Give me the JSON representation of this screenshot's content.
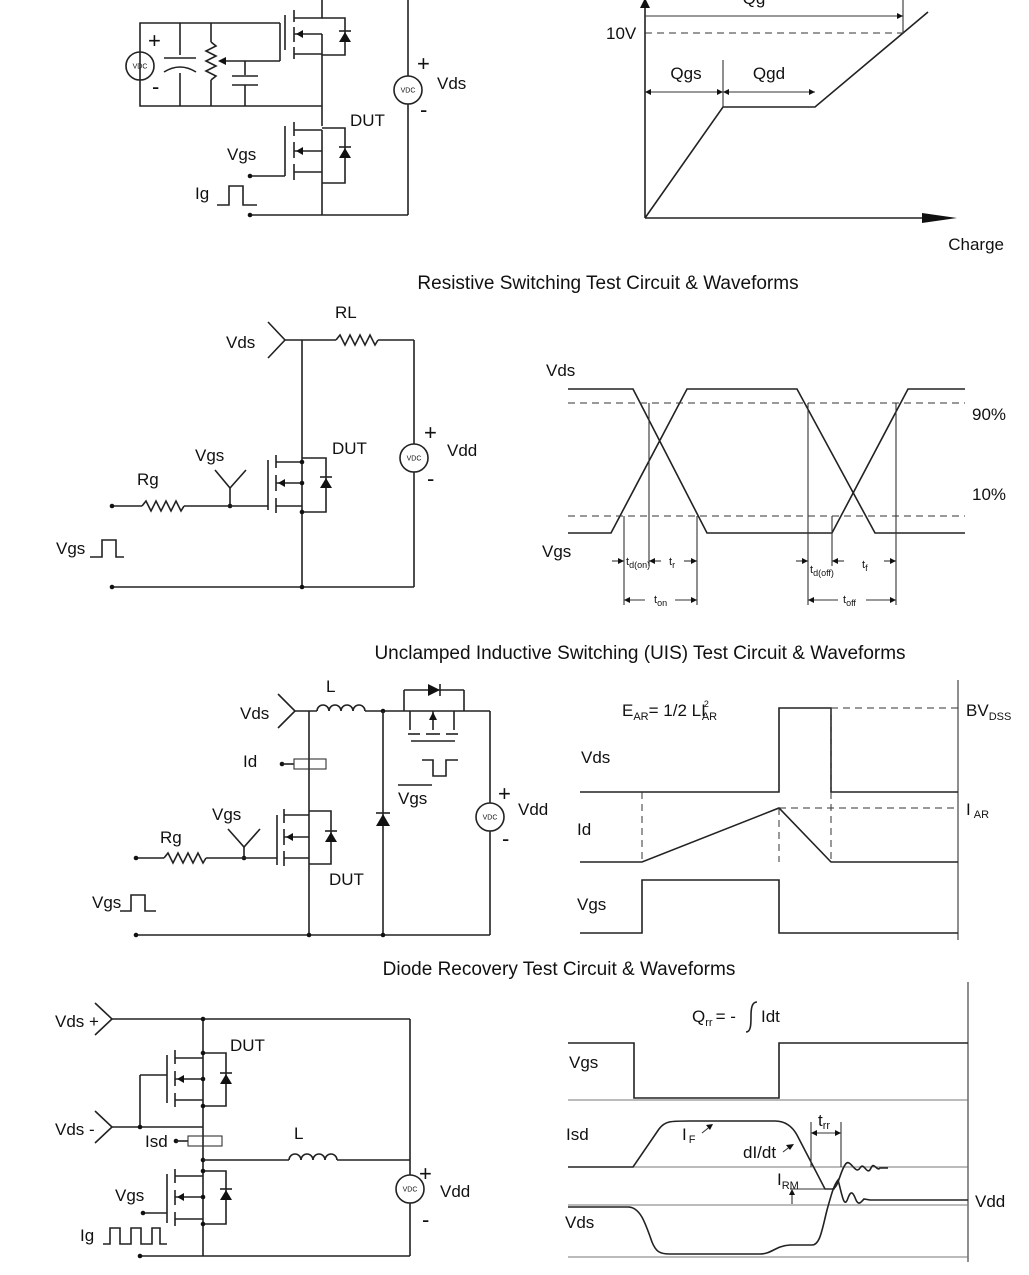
{
  "gate_charge": {
    "supply_plus": "+",
    "supply_minus": "-",
    "vdc": "VDC",
    "vds": "Vds",
    "dut": "DUT",
    "vgs": "Vgs",
    "ig": "Ig",
    "qg": "Qg",
    "v10": "10V",
    "qgs": "Qgs",
    "qgd": "Qgd",
    "charge": "Charge"
  },
  "resistive": {
    "title": "Resistive Switching Test Circuit & Waveforms",
    "rl": "RL",
    "vds": "Vds",
    "vgs": "Vgs",
    "dut": "DUT",
    "rg": "Rg",
    "vgs_pulse": "Vgs",
    "vdd": "Vdd",
    "vdc": "VDC",
    "plus": "+",
    "minus": "-",
    "wave_vds": "Vds",
    "wave_vgs": "Vgs",
    "p90": "90%",
    "p10": "10%",
    "t_main": "t",
    "tdon_sub": "d(on)",
    "tr_sub": "r",
    "tdoff_sub": "d(off)",
    "tf_sub": "f",
    "ton_sub": "on",
    "toff_sub": "off"
  },
  "uis": {
    "title": "Unclamped Inductive Switching (UIS) Test Circuit & Waveforms",
    "vds": "Vds",
    "l": "L",
    "id": "Id",
    "vgs": "Vgs",
    "rg": "Rg",
    "dut": "DUT",
    "vgs_pulse": "Vgs",
    "vgs_bar": "Vgs",
    "vdd": "Vdd",
    "vdc": "VDC",
    "plus": "+",
    "minus": "-",
    "ear_main": "E",
    "ear_sub": "AR",
    "ear_eq": "= 1/2 LI",
    "ear_sup": "2",
    "ear_sub2": "AR",
    "bv_main": "BV",
    "bv_sub": "DSS",
    "iar_main": "I",
    "iar_sub": "AR",
    "wave_vds": "Vds",
    "wave_id": "Id",
    "wave_vgs": "Vgs"
  },
  "diode": {
    "title": "Diode Recovery Test Circuit & Waveforms",
    "vds_plus": "Vds +",
    "vds_minus": "Vds -",
    "dut": "DUT",
    "isd": "Isd",
    "l": "L",
    "vgs": "Vgs",
    "ig": "Ig",
    "vdd": "Vdd",
    "vdc": "VDC",
    "plus": "+",
    "minus": "-",
    "qrr_main": "Q",
    "qrr_sub": "rr",
    "qrr_eq": "= -",
    "qrr_int": "Idt",
    "wave_vgs": "Vgs",
    "wave_isd": "Isd",
    "wave_vds": "Vds",
    "if_main": "I",
    "if_sub": "F",
    "didt": "dI/dt",
    "trr_main": "t",
    "trr_sub": "rr",
    "irm_main": "I",
    "irm_sub": "RM",
    "vdd_right": "Vdd"
  }
}
